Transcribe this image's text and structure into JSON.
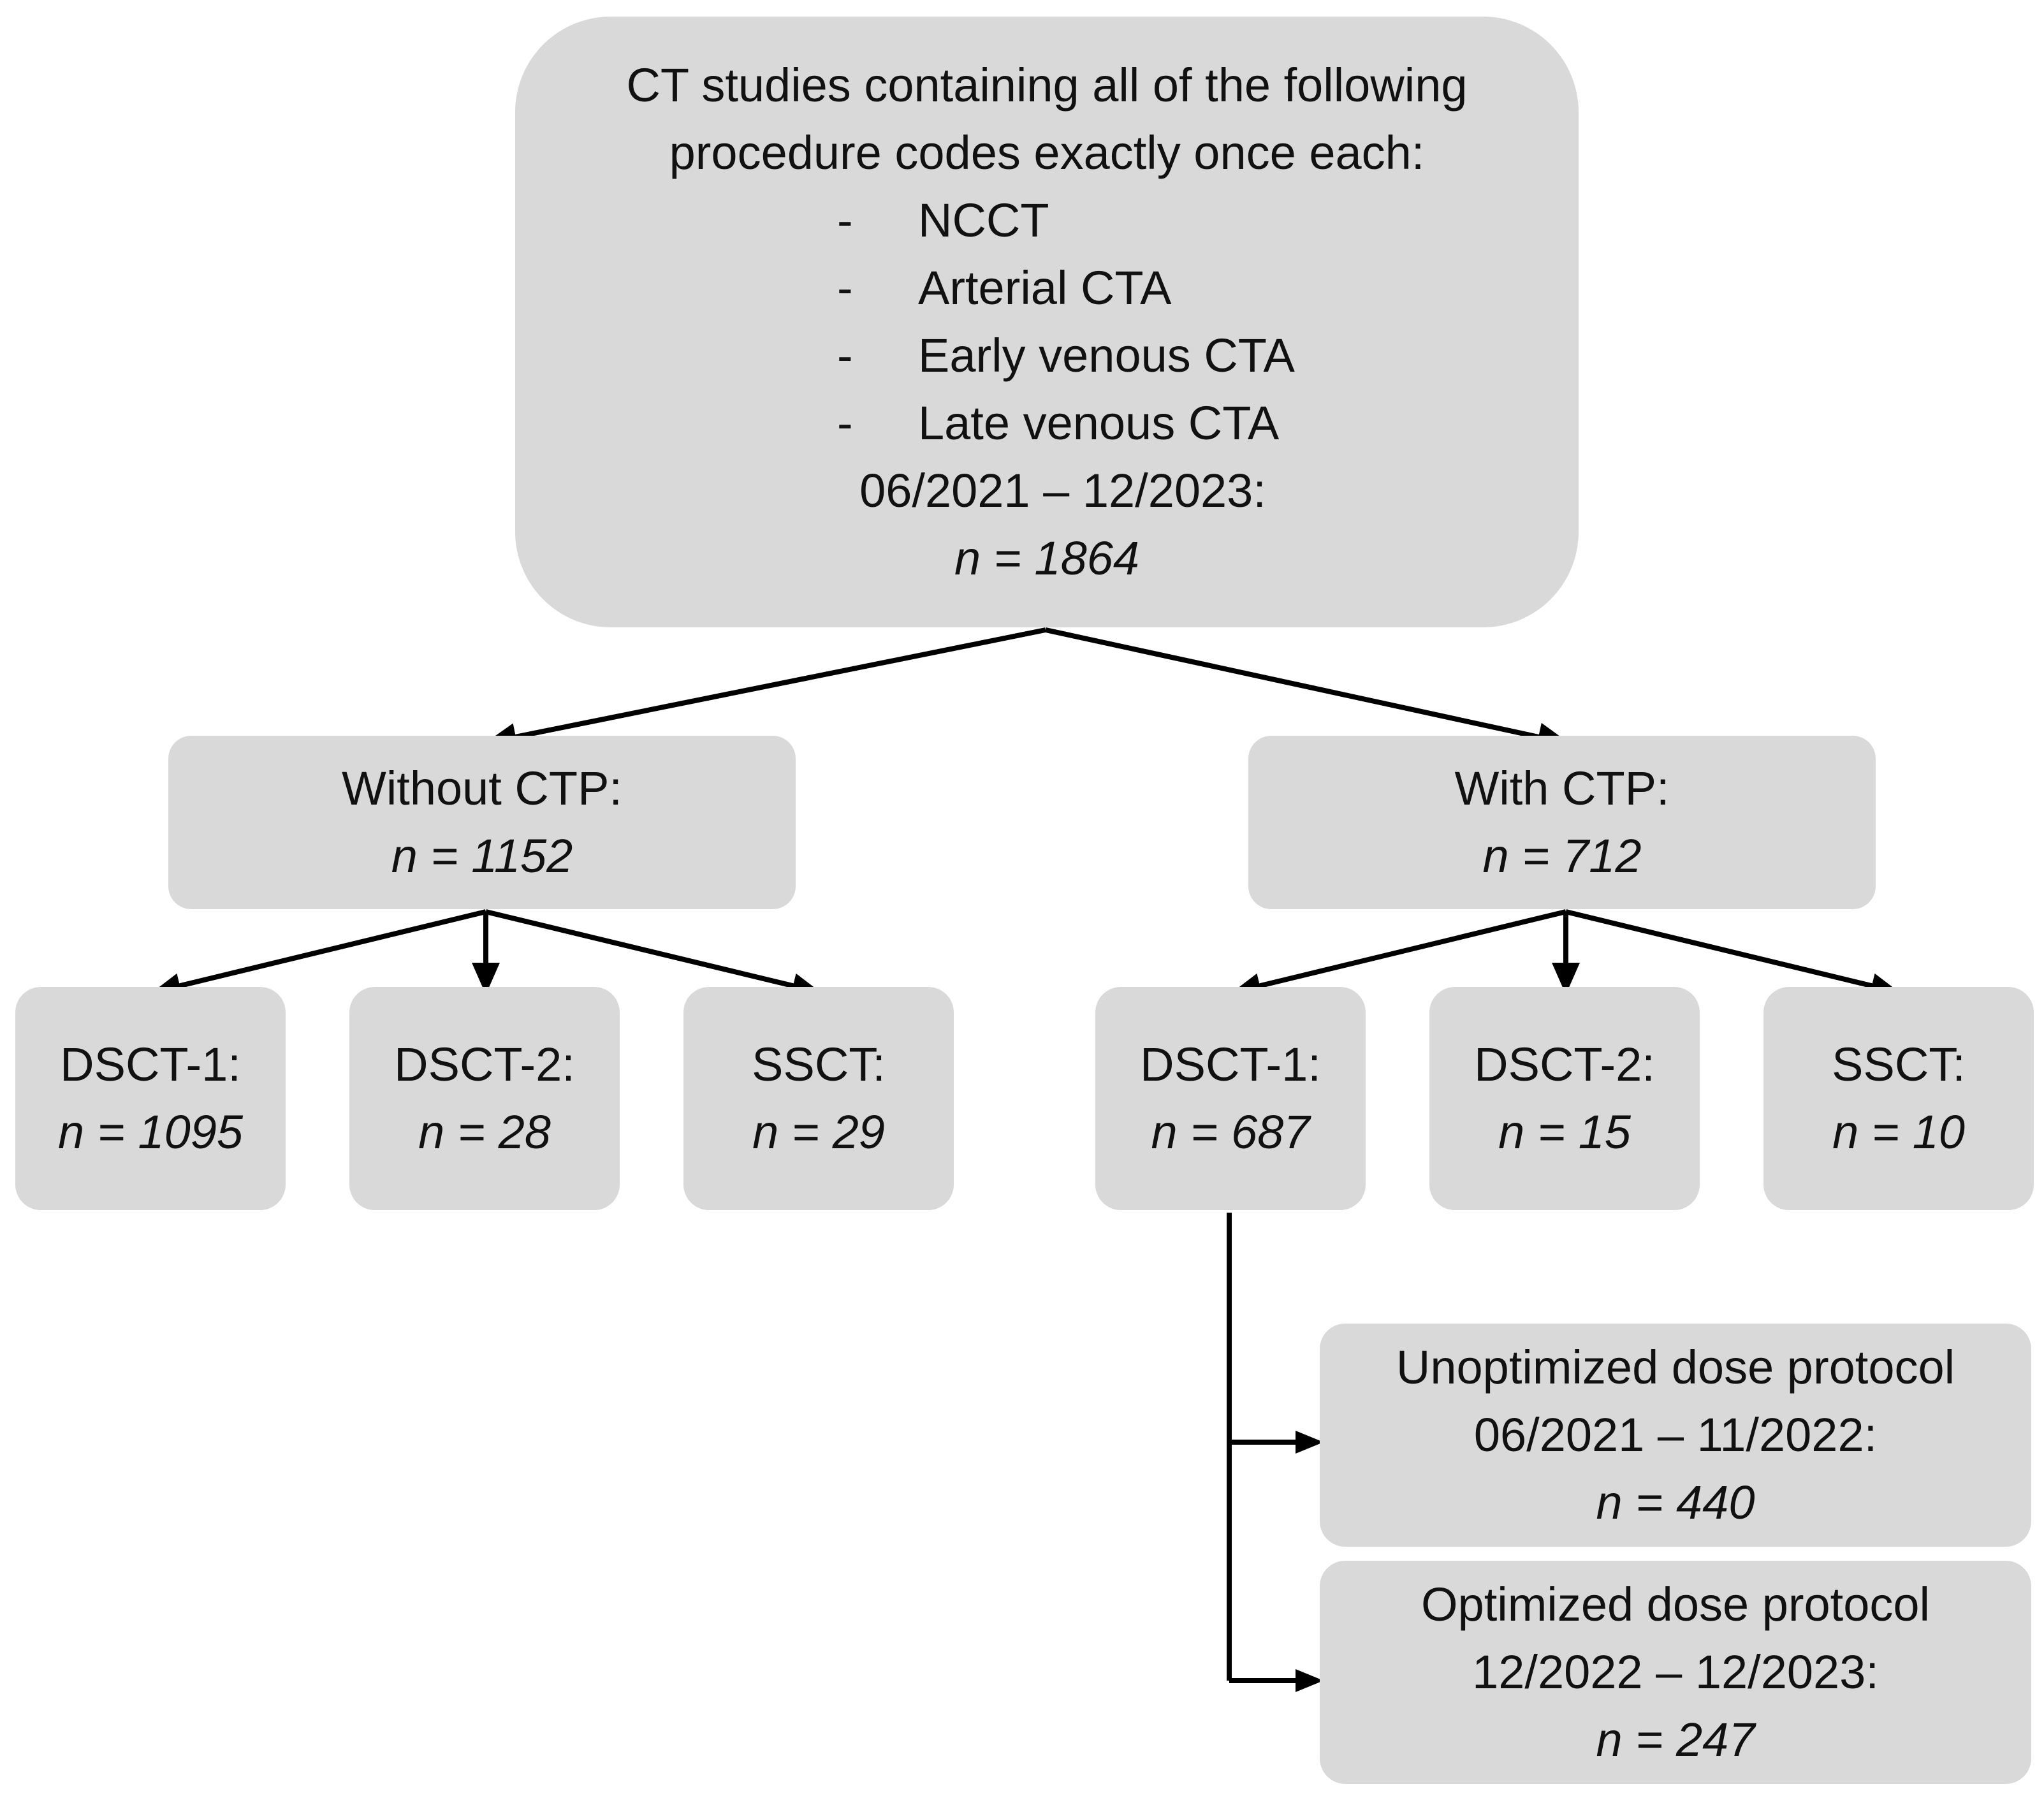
{
  "root": {
    "line1": "CT studies containing all of the following",
    "line2": "procedure codes exactly once each:",
    "items": [
      {
        "dash": "-",
        "text": "NCCT"
      },
      {
        "dash": "-",
        "text": "Arterial CTA"
      },
      {
        "dash": "-",
        "text": "Early venous CTA"
      },
      {
        "dash": "-",
        "text": "Late venous CTA"
      }
    ],
    "period": "06/2021 – 12/2023:",
    "n": "n = 1864"
  },
  "groups": [
    {
      "label": "Without CTP:",
      "n": "n = 1152",
      "scanners": [
        {
          "label": "DSCT-1:",
          "n": "n = 1095"
        },
        {
          "label": "DSCT-2:",
          "n": "n = 28"
        },
        {
          "label": "SSCT:",
          "n": "n = 29"
        }
      ]
    },
    {
      "label": "With CTP:",
      "n": "n = 712",
      "scanners": [
        {
          "label": "DSCT-1:",
          "n": "n = 687"
        },
        {
          "label": "DSCT-2:",
          "n": "n = 15"
        },
        {
          "label": "SSCT:",
          "n": "n = 10"
        }
      ]
    }
  ],
  "protocols": [
    {
      "label": "Unoptimized dose protocol",
      "period": "06/2021 – 11/2022:",
      "n": "n = 440"
    },
    {
      "label": "Optimized dose protocol",
      "period": "12/2022 – 12/2023:",
      "n": "n = 247"
    }
  ],
  "colors": {
    "box_fill": "#d9d9d9",
    "line": "#000000",
    "text": "#111111"
  }
}
